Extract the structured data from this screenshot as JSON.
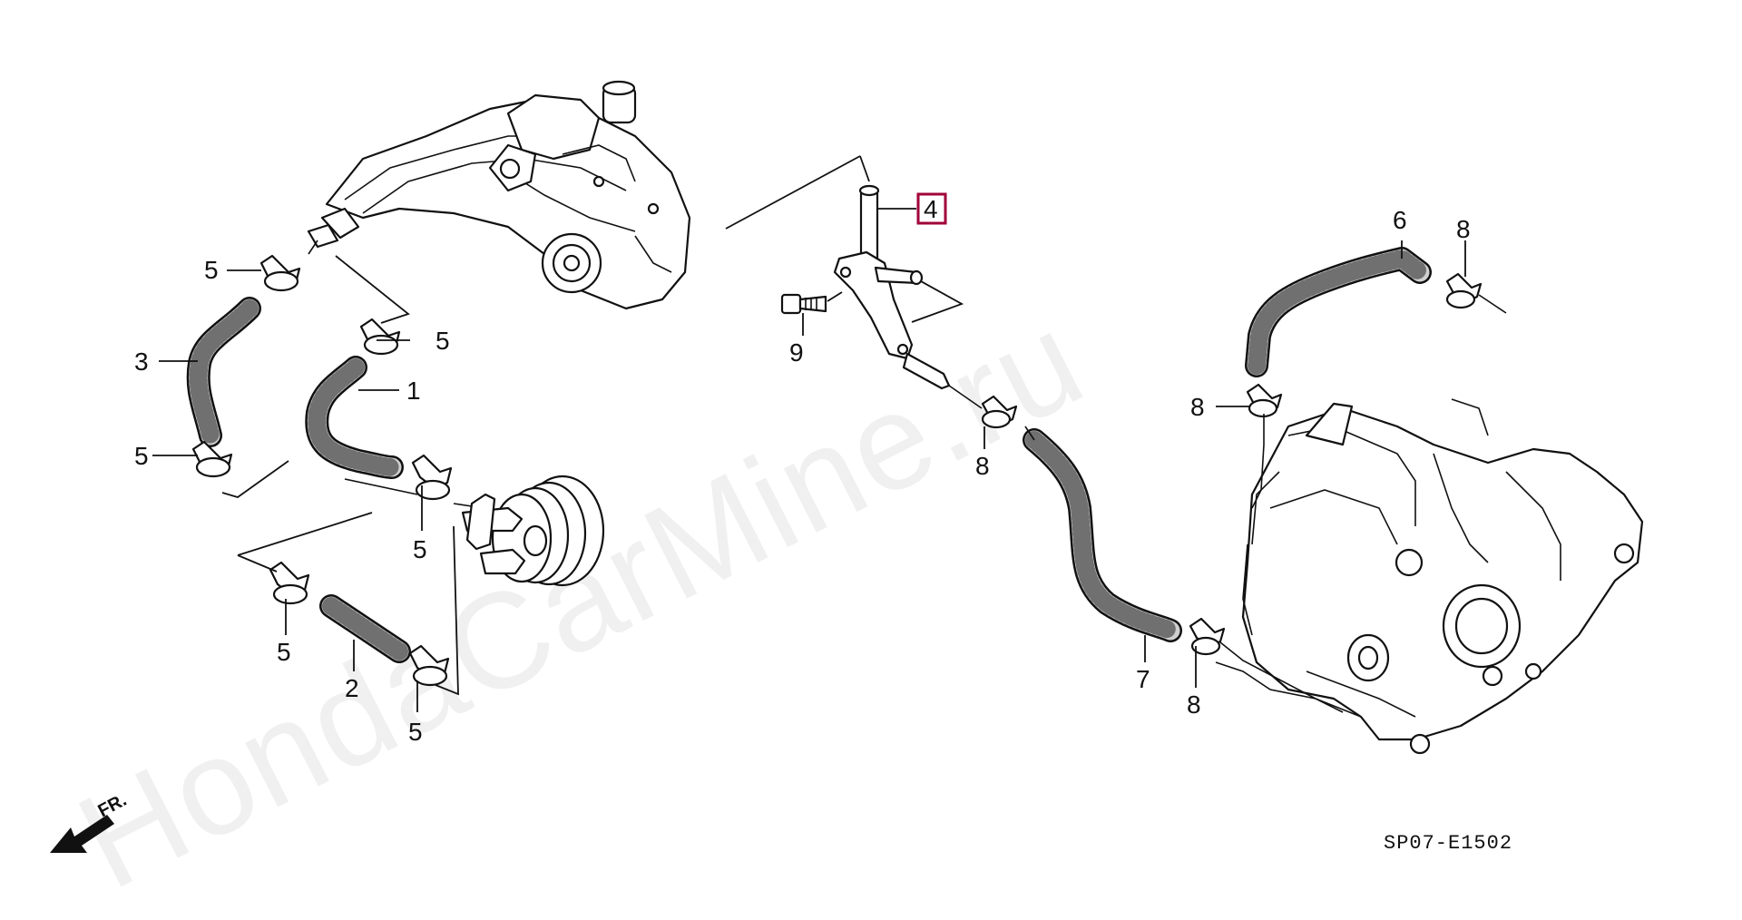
{
  "watermark": "HondaCarMine.ru",
  "diagram_code": "SP07-E1502",
  "direction_label": "FR.",
  "highlight_color": "#a0003a",
  "callouts": {
    "c1": "1",
    "c2": "2",
    "c3": "3",
    "c4": "4",
    "c5a": "5",
    "c5b": "5",
    "c5c": "5",
    "c5d": "5",
    "c5e": "5",
    "c5f": "5",
    "c6": "6",
    "c7": "7",
    "c8a": "8",
    "c8b": "8",
    "c8c": "8",
    "c8d": "8",
    "c9": "9"
  }
}
